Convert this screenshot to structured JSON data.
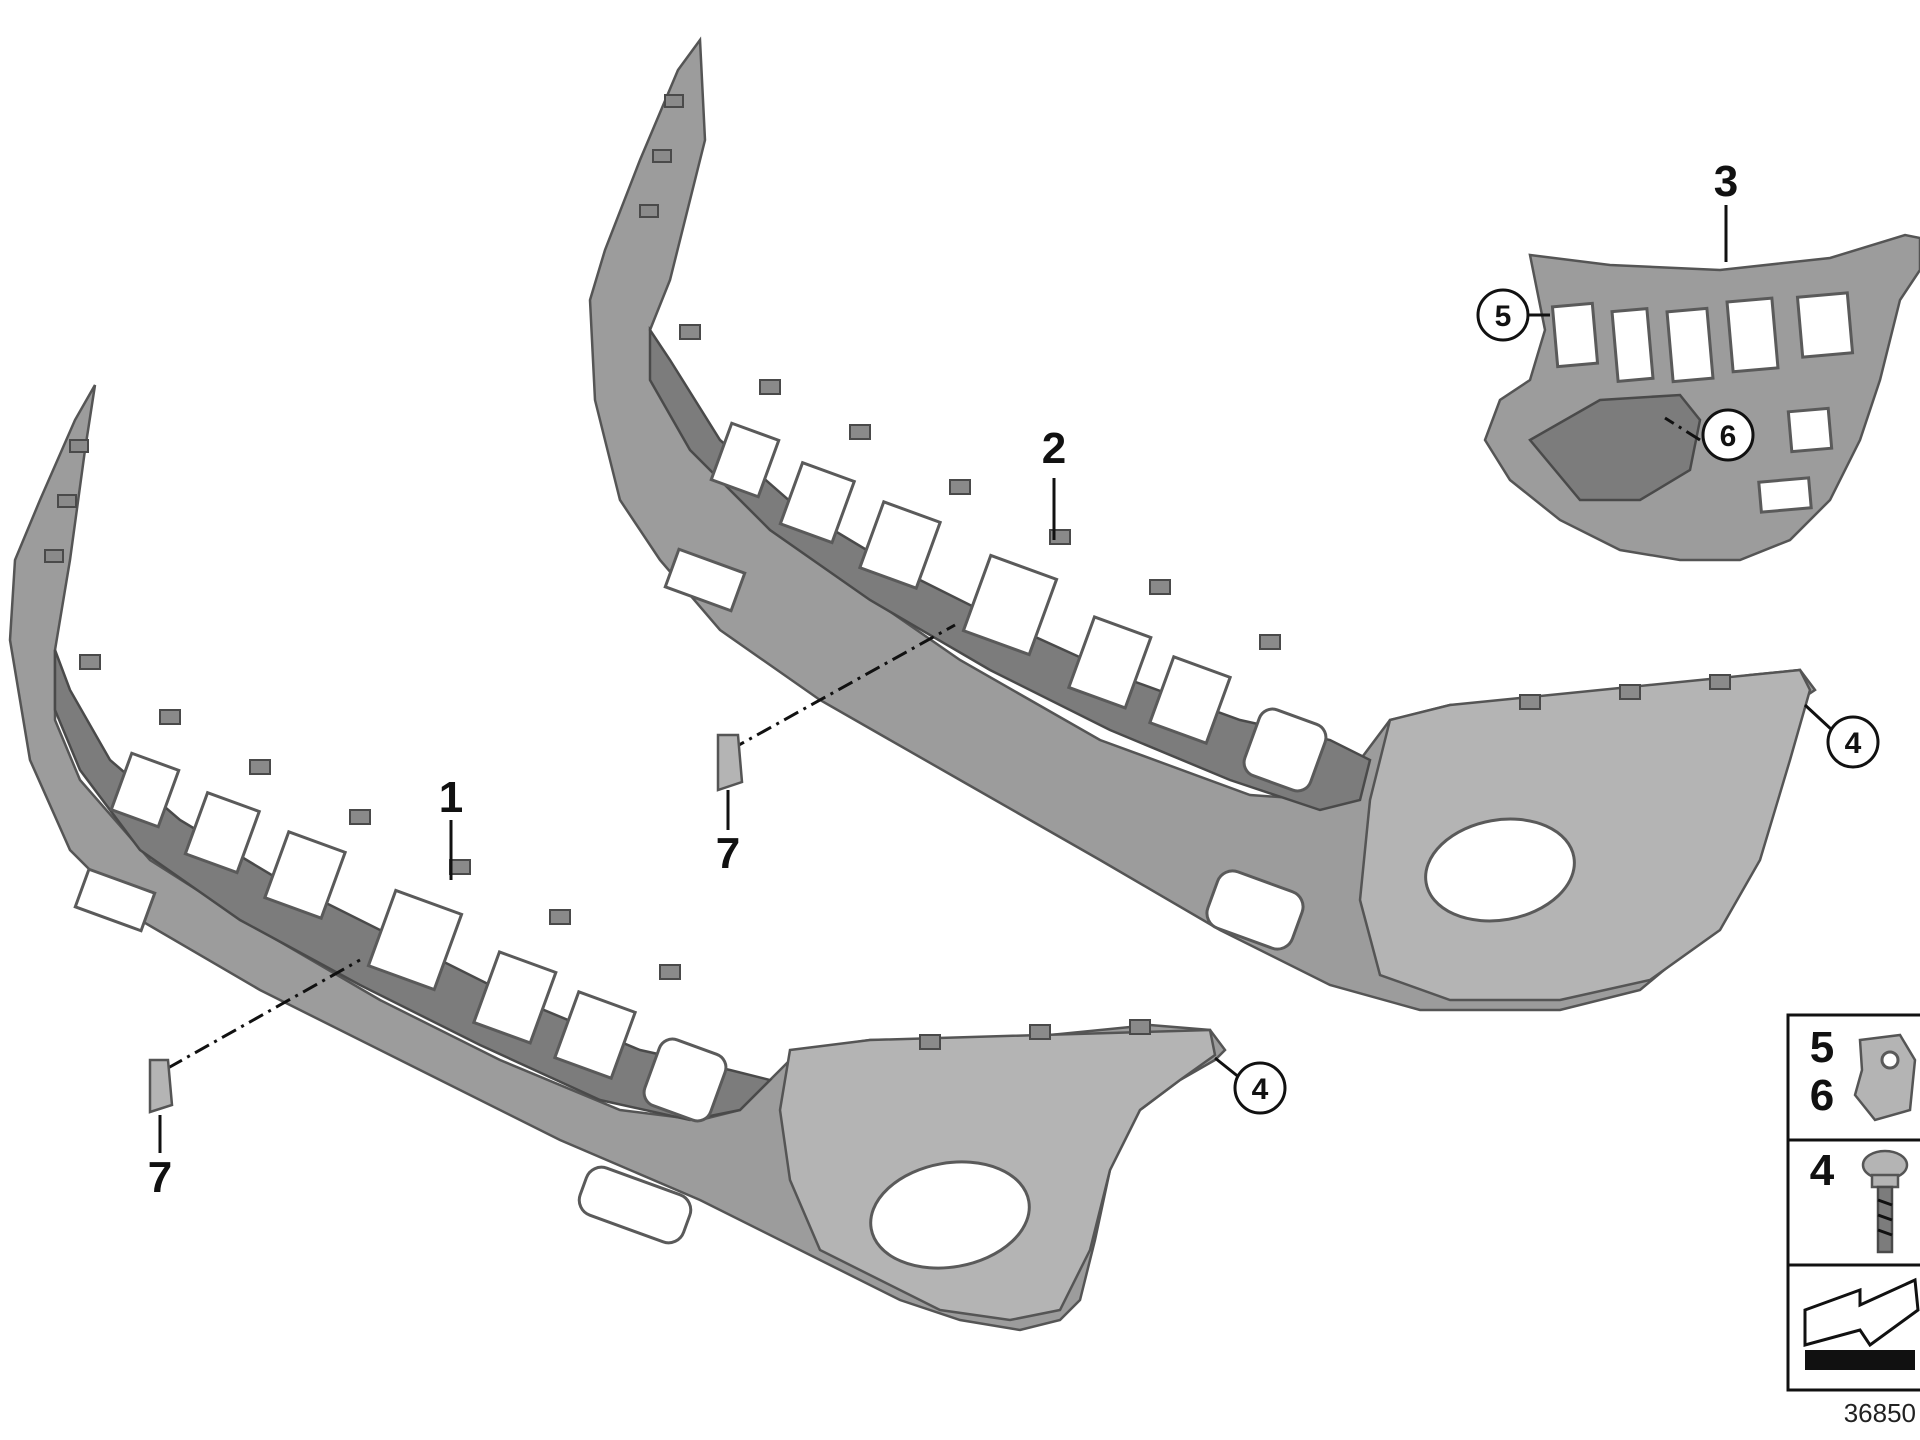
{
  "labels": {
    "p1": "1",
    "p2": "2",
    "p3": "3",
    "p4a": "4",
    "p4b": "4",
    "p5": "5",
    "p6": "6",
    "p7a": "7",
    "p7b": "7"
  },
  "legend": {
    "row1_a": "5",
    "row1_b": "6",
    "row2": "4"
  },
  "reference_number": "36850",
  "colors": {
    "part_gray": "#9c9c9c",
    "part_dark": "#7c7c7c",
    "outline": "#555555",
    "text": "#111111"
  }
}
